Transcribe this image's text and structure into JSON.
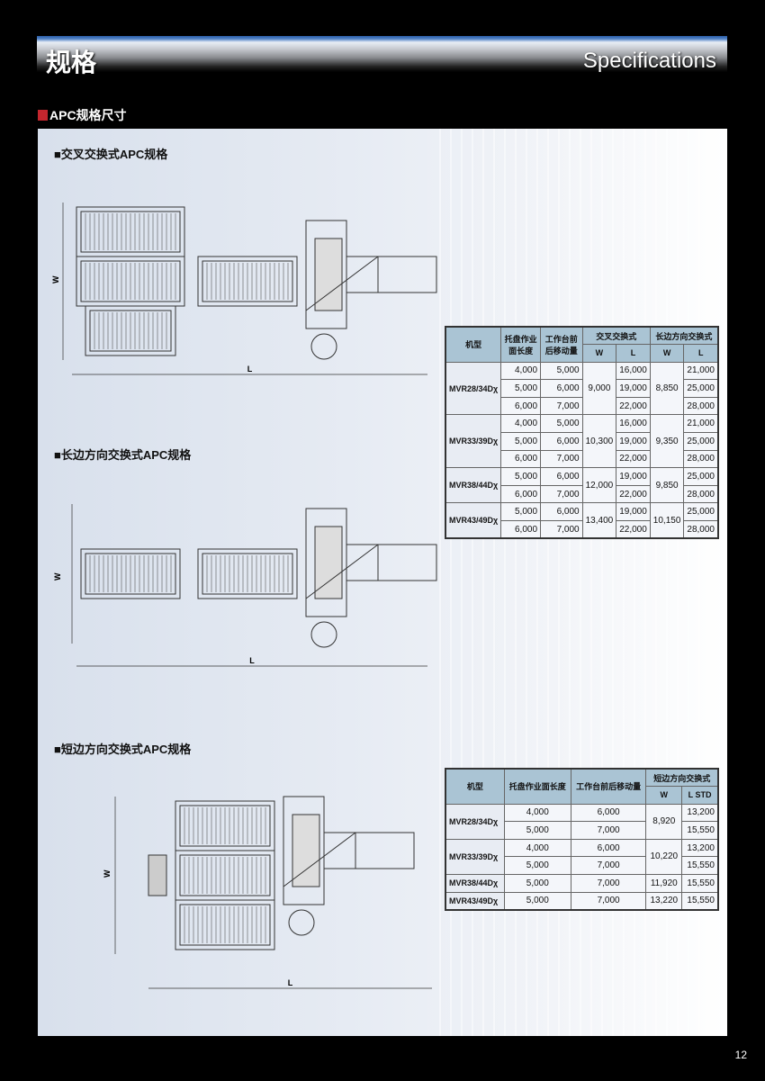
{
  "header": {
    "title": "规格",
    "title_en": "Specifications"
  },
  "section": {
    "title": "APC规格尺寸",
    "marker_color": "#c4262e"
  },
  "drawings": [
    {
      "title": "■交叉交换式APC规格",
      "w_label": "W",
      "l_label": "L"
    },
    {
      "title": "■长边方向交换式APC规格",
      "w_label": "W",
      "l_label": "L"
    },
    {
      "title": "■短边方向交换式APC规格",
      "w_label": "W",
      "l_label": "L"
    }
  ],
  "table1": {
    "headers": {
      "model": "机型",
      "pallet": "托盘作业面长度",
      "travel": "工作台前后移动量",
      "cross": "交叉交换式",
      "long": "长边方向交换式",
      "w": "W",
      "l": "L"
    },
    "groups": [
      {
        "model": "MVR28/34Dχ",
        "w1": "9,000",
        "w2": "8,850",
        "rows": [
          [
            "4,000",
            "5,000",
            "16,000",
            "21,000"
          ],
          [
            "5,000",
            "6,000",
            "19,000",
            "25,000"
          ],
          [
            "6,000",
            "7,000",
            "22,000",
            "28,000"
          ]
        ]
      },
      {
        "model": "MVR33/39Dχ",
        "w1": "10,300",
        "w2": "9,350",
        "rows": [
          [
            "4,000",
            "5,000",
            "16,000",
            "21,000"
          ],
          [
            "5,000",
            "6,000",
            "19,000",
            "25,000"
          ],
          [
            "6,000",
            "7,000",
            "22,000",
            "28,000"
          ]
        ]
      },
      {
        "model": "MVR38/44Dχ",
        "w1": "12,000",
        "w2": "9,850",
        "rows": [
          [
            "5,000",
            "6,000",
            "19,000",
            "25,000"
          ],
          [
            "6,000",
            "7,000",
            "22,000",
            "28,000"
          ]
        ]
      },
      {
        "model": "MVR43/49Dχ",
        "w1": "13,400",
        "w2": "10,150",
        "rows": [
          [
            "5,000",
            "6,000",
            "19,000",
            "25,000"
          ],
          [
            "6,000",
            "7,000",
            "22,000",
            "28,000"
          ]
        ]
      }
    ]
  },
  "table2": {
    "headers": {
      "model": "机型",
      "pallet": "托盘作业面长度",
      "travel": "工作台前后移动量",
      "short": "短边方向交换式",
      "w": "W",
      "l": "L  STD"
    },
    "groups": [
      {
        "model": "MVR28/34Dχ",
        "w": "8,920",
        "rows": [
          [
            "4,000",
            "6,000",
            "13,200"
          ],
          [
            "5,000",
            "7,000",
            "15,550"
          ]
        ]
      },
      {
        "model": "MVR33/39Dχ",
        "w": "10,220",
        "rows": [
          [
            "4,000",
            "6,000",
            "13,200"
          ],
          [
            "5,000",
            "7,000",
            "15,550"
          ]
        ]
      },
      {
        "model": "MVR38/44Dχ",
        "w": "11,920",
        "rows": [
          [
            "5,000",
            "7,000",
            "15,550"
          ]
        ]
      },
      {
        "model": "MVR43/49Dχ",
        "w": "13,220",
        "rows": [
          [
            "5,000",
            "7,000",
            "15,550"
          ]
        ]
      }
    ]
  },
  "page_number": "12"
}
